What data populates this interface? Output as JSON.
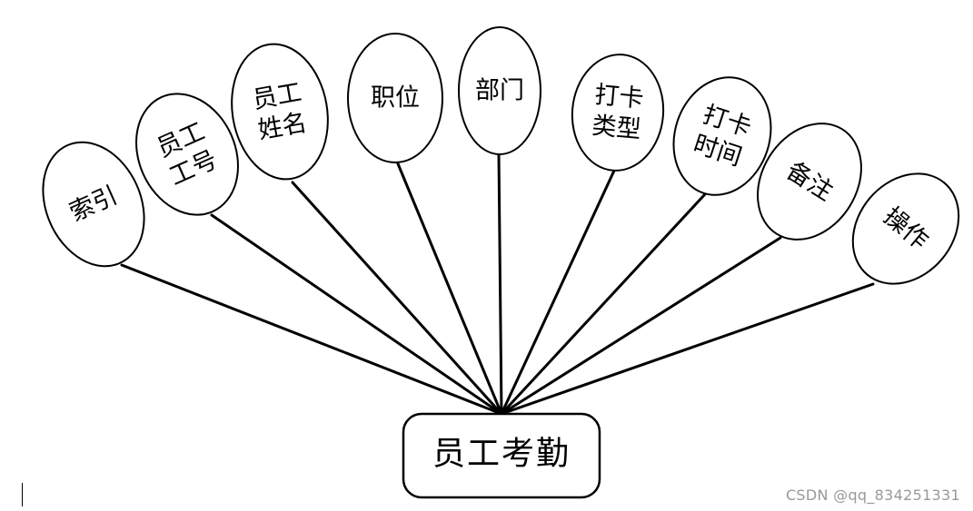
{
  "entity": {
    "name": "员工考勤"
  },
  "attributes": [
    {
      "id": "index",
      "lines": [
        "索引"
      ]
    },
    {
      "id": "employee-no",
      "lines": [
        "员工",
        "工号"
      ]
    },
    {
      "id": "employee-name",
      "lines": [
        "员工",
        "姓名"
      ]
    },
    {
      "id": "position",
      "lines": [
        "职位"
      ]
    },
    {
      "id": "department",
      "lines": [
        "部门"
      ]
    },
    {
      "id": "punch-type",
      "lines": [
        "打卡",
        "类型"
      ]
    },
    {
      "id": "punch-time",
      "lines": [
        "打卡",
        "时间"
      ]
    },
    {
      "id": "remark",
      "lines": [
        "备注"
      ]
    },
    {
      "id": "operation",
      "lines": [
        "操作"
      ]
    }
  ],
  "watermark": "CSDN @qq_834251331"
}
